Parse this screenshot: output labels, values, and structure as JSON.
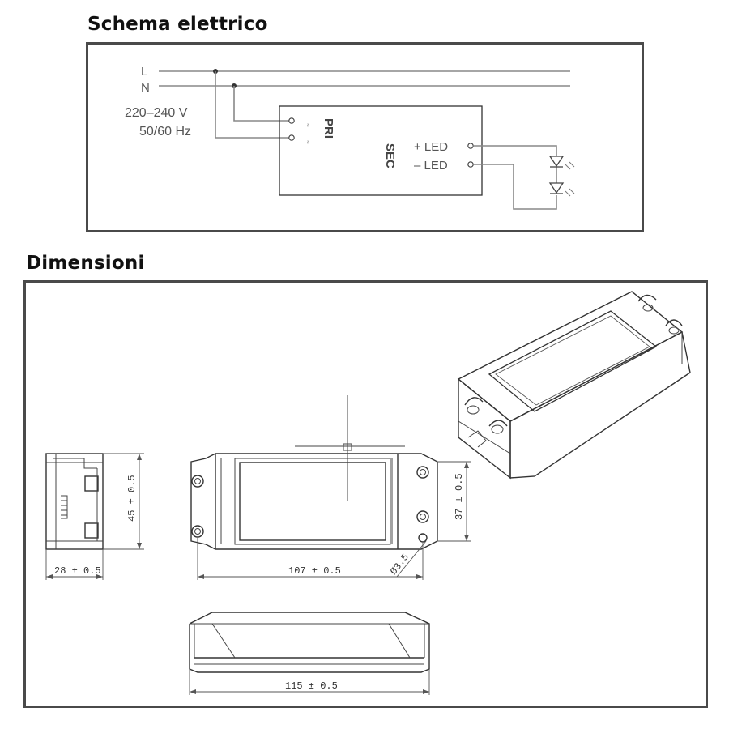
{
  "schema": {
    "title": "Schema elettrico",
    "line_l": "L",
    "line_n": "N",
    "voltage": "220–240 V",
    "frequency": "50/60 Hz",
    "primary": "PRI",
    "secondary": "SEC",
    "led_plus": "+ LED",
    "led_minus": "– LED"
  },
  "dimensions": {
    "title": "Dimensioni",
    "width_side": "28 ± 0.5",
    "height_side": "45 ± 0.5",
    "length_top": "107 ± 0.5",
    "height_top": "37 ± 0.5",
    "hole": "Ø3.5",
    "length_bottom": "115 ± 0.5"
  }
}
